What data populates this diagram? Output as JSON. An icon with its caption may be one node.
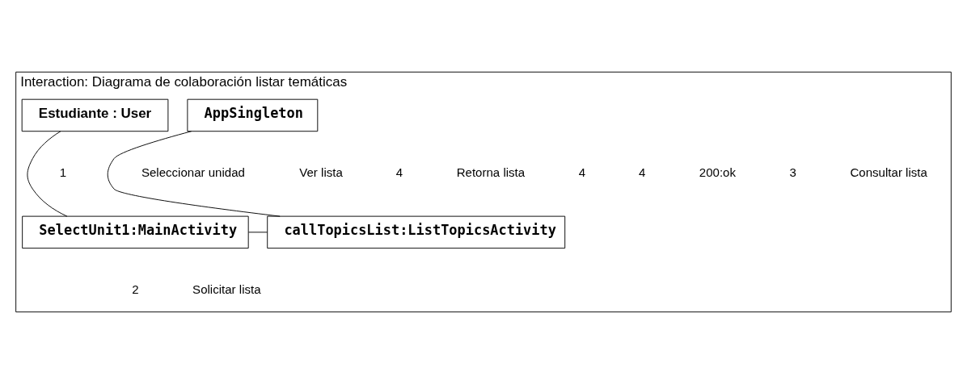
{
  "diagram": {
    "nodes": [
      {
        "text": [
          "Interaction: Diagrama de colaboración listar temáticas"
        ]
      },
      {
        "text": [
          "Estudiante : User"
        ],
        "in": 0
      },
      {
        "text": [
          "SelectUnit1:MainActivity"
        ],
        "in": 0
      },
      {
        "text": [
          "callTopicsList:ListTopicsActivity"
        ],
        "in": 0
      },
      {
        "text": [
          "AppSingleton"
        ],
        "in": 0
      }
    ],
    "edges": [
      {
        "from": 1,
        "to": 2,
        "arrow": "none"
      },
      {
        "from": 2,
        "to": 3,
        "arrow": "none"
      },
      {
        "from": 4,
        "to": 3,
        "arrow": "none"
      }
    ],
    "labels": [
      "1",
      "Seleccionar unidad",
      "Ver lista",
      "4",
      "Retorna lista",
      "4",
      "4",
      "200:ok",
      "3",
      "Consultar lista",
      "2",
      "Solicitar lista"
    ]
  }
}
